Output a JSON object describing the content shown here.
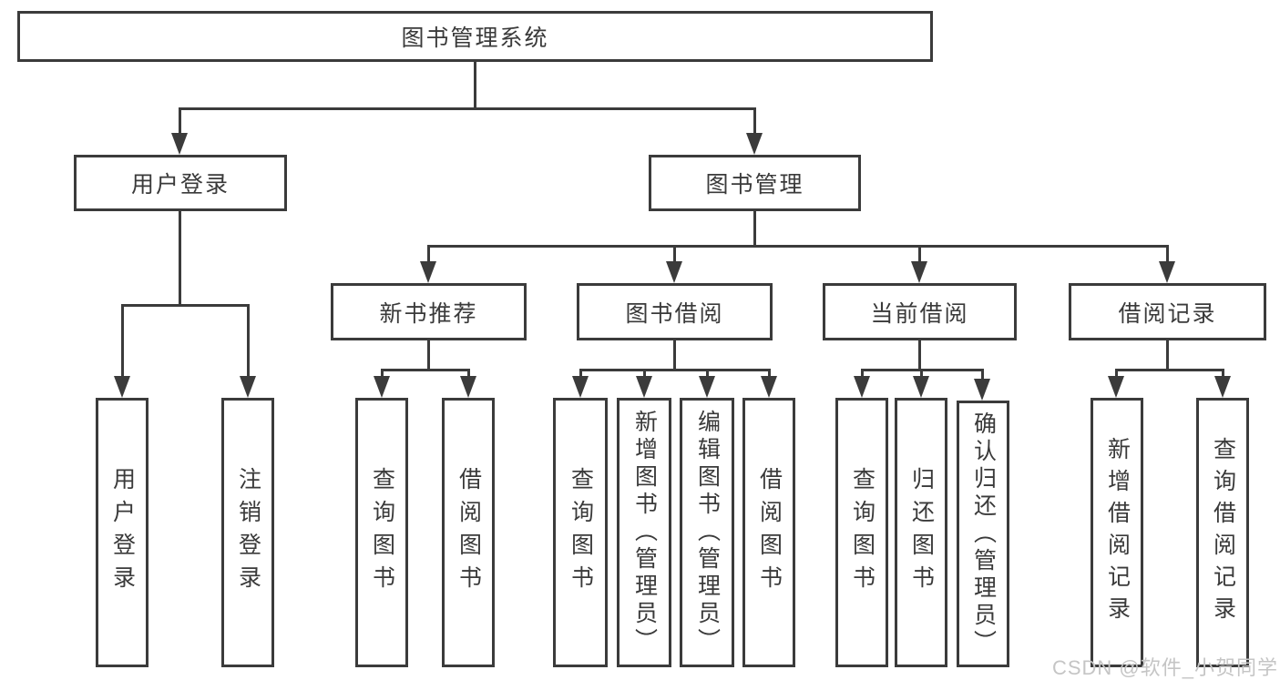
{
  "diagram": {
    "title": "图书管理系统",
    "tree": {
      "root": "图书管理系统",
      "children": [
        {
          "label": "用户登录",
          "children": [
            "用户登录",
            "注销登录"
          ]
        },
        {
          "label": "图书管理",
          "children": [
            {
              "label": "新书推荐",
              "children": [
                "查询图书",
                "借阅图书"
              ]
            },
            {
              "label": "图书借阅",
              "children": [
                "查询图书",
                "新增图书（管理员）",
                "编辑图书（管理员）",
                "借阅图书"
              ]
            },
            {
              "label": "当前借阅",
              "children": [
                "查询图书",
                "归还图书",
                "确认归还（管理员）"
              ]
            },
            {
              "label": "借阅记录",
              "children": [
                "新增借阅记录",
                "查询借阅记录"
              ]
            }
          ]
        }
      ]
    }
  },
  "nodes": {
    "root": {
      "label": "图书管理系统"
    },
    "user_login": {
      "label": "用户登录"
    },
    "book_mgmt": {
      "label": "图书管理"
    },
    "new_book": {
      "label": "新书推荐"
    },
    "book_borrow": {
      "label": "图书借阅"
    },
    "current_borrow": {
      "label": "当前借阅"
    },
    "borrow_record": {
      "label": "借阅记录"
    },
    "user_login_leaf": {
      "label": "用户登录"
    },
    "logout_leaf": {
      "label": "注销登录"
    },
    "query_book_a": {
      "label": "查询图书"
    },
    "borrow_book_a": {
      "label": "借阅图书"
    },
    "query_book_b": {
      "label": "查询图书"
    },
    "add_book": {
      "label": "新增图书（管理员）"
    },
    "edit_book": {
      "label": "编辑图书（管理员）"
    },
    "borrow_book_b": {
      "label": "借阅图书"
    },
    "query_book_c": {
      "label": "查询图书"
    },
    "return_book": {
      "label": "归还图书"
    },
    "confirm_return": {
      "label": "确认归还（管理员）"
    },
    "add_record": {
      "label": "新增借阅记录"
    },
    "query_record": {
      "label": "查询借阅记录"
    }
  },
  "colors": {
    "line": "#3b3b3b",
    "text": "#3a3a3a",
    "box_background": "#ffffff",
    "page_background": "#ffffff",
    "watermark": "#c5c5c5"
  },
  "watermark": {
    "text": "CSDN @软件_小贺同学"
  }
}
